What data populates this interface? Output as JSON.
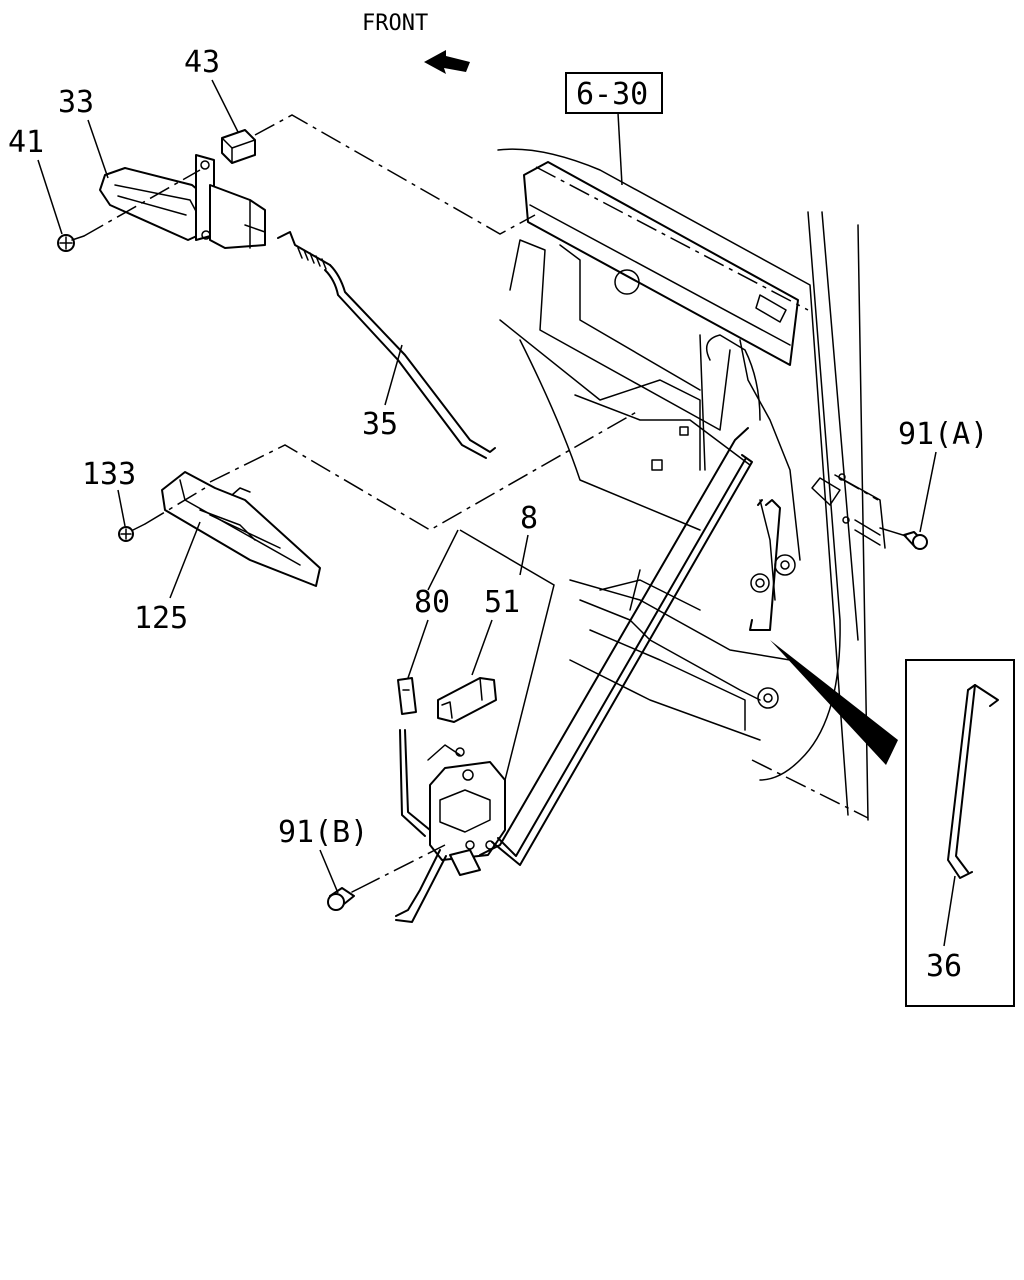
{
  "diagram": {
    "direction_label": "FRONT",
    "reference_label": "6-30",
    "callouts": {
      "p43": "43",
      "p33": "33",
      "p41": "41",
      "p35": "35",
      "p133": "133",
      "p125": "125",
      "p8": "8",
      "p80": "80",
      "p51": "51",
      "p91a": "91(A)",
      "p91b": "91(B)",
      "p36": "36"
    }
  }
}
